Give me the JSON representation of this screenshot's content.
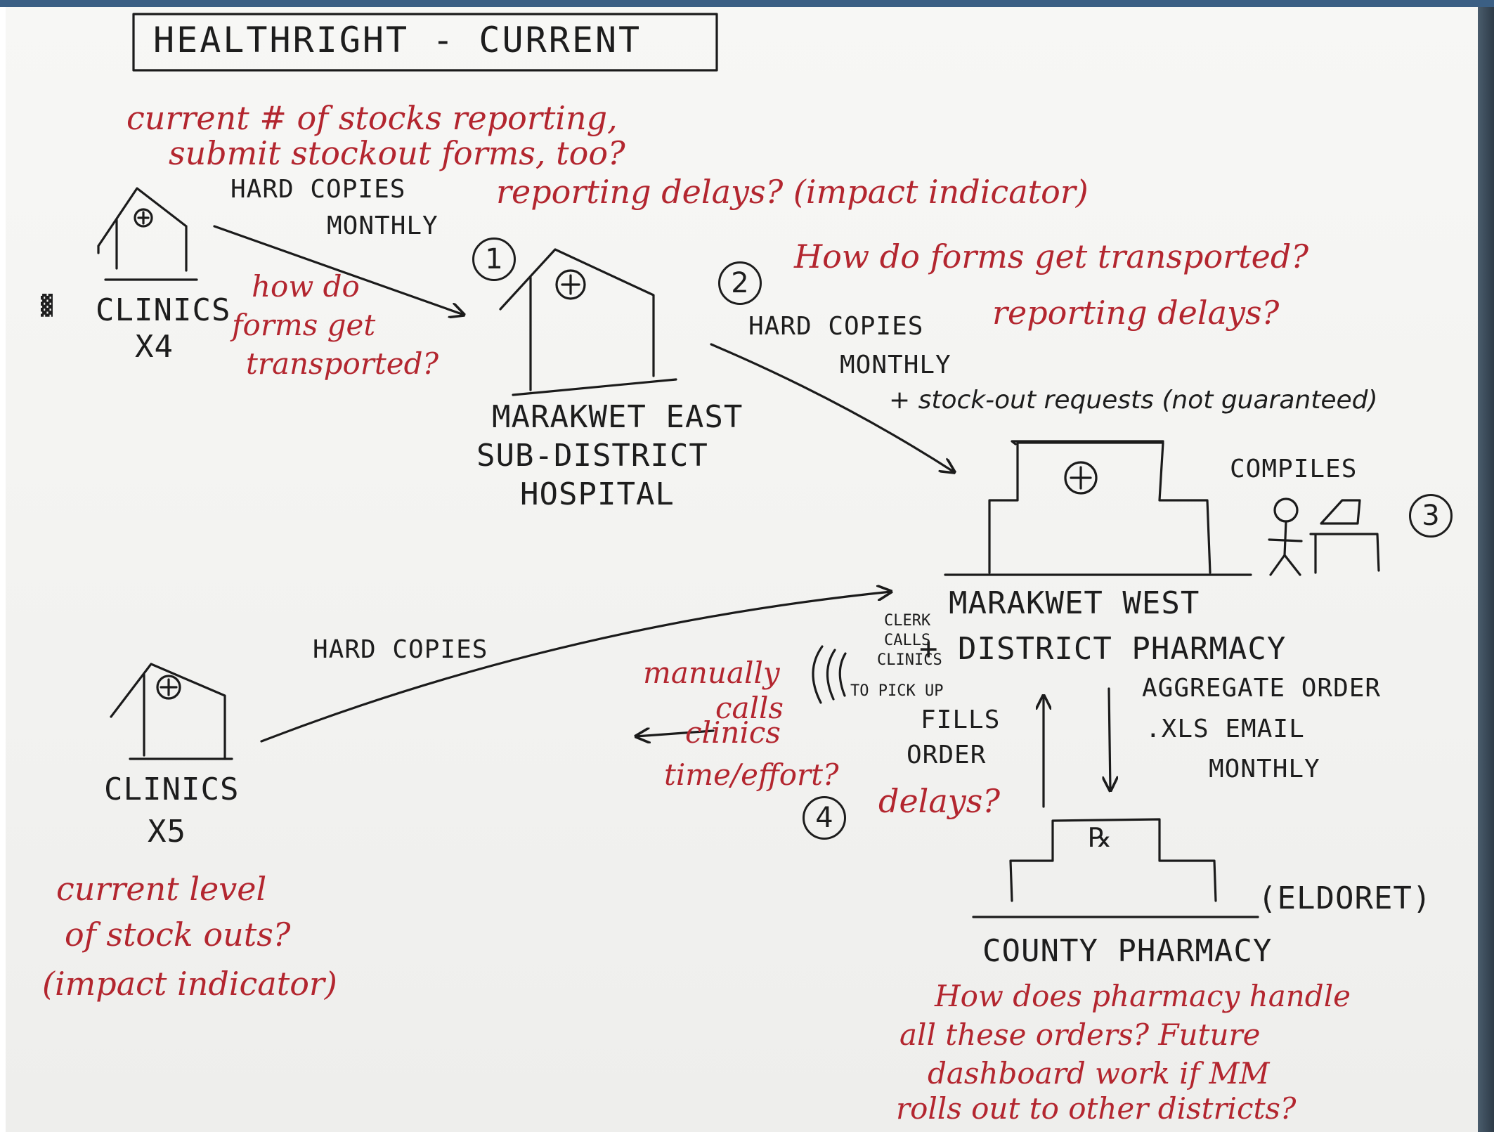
{
  "title": "HEALTHRIGHT - CURRENT",
  "nodes": {
    "clinics_top": {
      "label": "CLINICS",
      "count": "X4"
    },
    "sub_district": {
      "label_lines": [
        "MARAKWET EAST",
        "SUB-DISTRICT",
        "HOSPITAL"
      ]
    },
    "district_pharmacy": {
      "label_lines": [
        "MARAKWET WEST",
        "+ DISTRICT PHARMACY"
      ],
      "compiles": "COMPILES"
    },
    "clinics_bottom": {
      "label": "CLINICS",
      "count": "X5"
    },
    "county_pharmacy": {
      "label": "COUNTY PHARMACY",
      "location": "(ELDORET)",
      "rx": "℞"
    }
  },
  "step_numbers": [
    "1",
    "2",
    "3",
    "4"
  ],
  "flow_labels": {
    "clinics_to_subdistrict": [
      "HARD COPIES",
      "MONTHLY"
    ],
    "subdistrict_to_district": [
      "HARD COPIES",
      "MONTHLY",
      "+ stock-out requests (not guaranteed)"
    ],
    "clinics5_to_district": "HARD COPIES",
    "clerk_note": [
      "CLERK",
      "CALLS",
      "CLINICS",
      "TO PICK UP"
    ],
    "fills_order": [
      "FILLS",
      "ORDER"
    ],
    "aggregate_order": [
      "AGGREGATE ORDER",
      ".XLS EMAIL",
      "MONTHLY"
    ]
  },
  "questions": {
    "stocks_reporting": [
      "current # of stocks reporting,",
      "submit stockout forms, too?"
    ],
    "reporting_delays_impact": "reporting delays? (impact indicator)",
    "forms_transported_1": [
      "how do",
      "forms get",
      "transported?"
    ],
    "forms_transported_2": "How do forms get transported?",
    "reporting_delays_2": "reporting delays?",
    "manual_calls": [
      "manually",
      "calls",
      "clinics",
      "time/effort?"
    ],
    "delays": "delays?",
    "stock_outs_level": [
      "current level",
      "of stock outs?",
      "(impact indicator)"
    ],
    "pharmacy_handling": [
      "How does pharmacy handle",
      "all these orders? Future",
      "dashboard work if MM",
      "rolls out to other districts?"
    ]
  }
}
